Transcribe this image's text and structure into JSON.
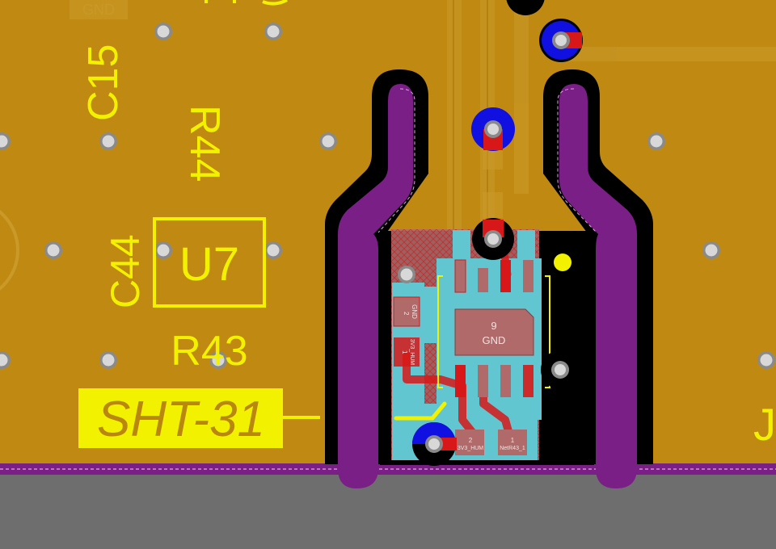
{
  "colors": {
    "copper_pour": "#c08a12",
    "copper_pour_light": "#c99a28",
    "board_edge": "#6e6e6e",
    "board_outline": "#8a1a8a",
    "keepout_slot": "#7a1f86",
    "silkscreen": "#f2f200",
    "via_ring": "#8a8a8a",
    "via_hole": "#d8d8d8",
    "bottom_pad": "#1010e0",
    "top_pad": "#d81818",
    "solder_mask": "#62c6d0",
    "pad_fill": "#b06a6a"
  },
  "designators": {
    "c15": "C15",
    "r44": "R44",
    "c44": "C44",
    "u7": "U7",
    "r43": "R43",
    "sht31": "SHT-31",
    "j_partial": "J",
    "gnd_top": "GND"
  },
  "ic": {
    "center_pad_number": "9",
    "center_pad_net": "GND"
  },
  "pads": {
    "left_upper_number": "2",
    "left_upper_net": "GND",
    "left_lower_number": "1",
    "left_lower_net": "3V3_HUM",
    "bottom_left_number": "2",
    "bottom_left_net": "3V3_HUM",
    "bottom_right_number": "1",
    "bottom_right_net": "NetR43_1"
  },
  "icons": [
    "via-icon",
    "pin1-marker-icon"
  ]
}
